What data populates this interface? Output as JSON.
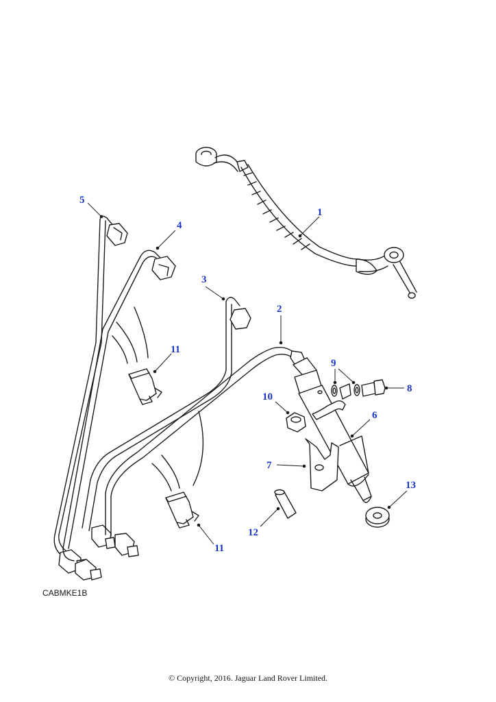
{
  "diagram": {
    "reference_code": "CABMKE1B",
    "copyright": "© Copyright, 2016. Jaguar Land Rover Limited.",
    "colors": {
      "callout": "#1a33c8",
      "line": "#1a1a1a",
      "fill": "#ffffff"
    },
    "callouts": [
      {
        "id": "c1",
        "label": "1"
      },
      {
        "id": "c2",
        "label": "2"
      },
      {
        "id": "c3",
        "label": "3"
      },
      {
        "id": "c4",
        "label": "4"
      },
      {
        "id": "c5",
        "label": "5"
      },
      {
        "id": "c6",
        "label": "6"
      },
      {
        "id": "c7",
        "label": "7"
      },
      {
        "id": "c8",
        "label": "8"
      },
      {
        "id": "c9",
        "label": "9"
      },
      {
        "id": "c10",
        "label": "10"
      },
      {
        "id": "c11a",
        "label": "11"
      },
      {
        "id": "c11b",
        "label": "11"
      },
      {
        "id": "c12",
        "label": "12"
      },
      {
        "id": "c13",
        "label": "13"
      }
    ]
  }
}
